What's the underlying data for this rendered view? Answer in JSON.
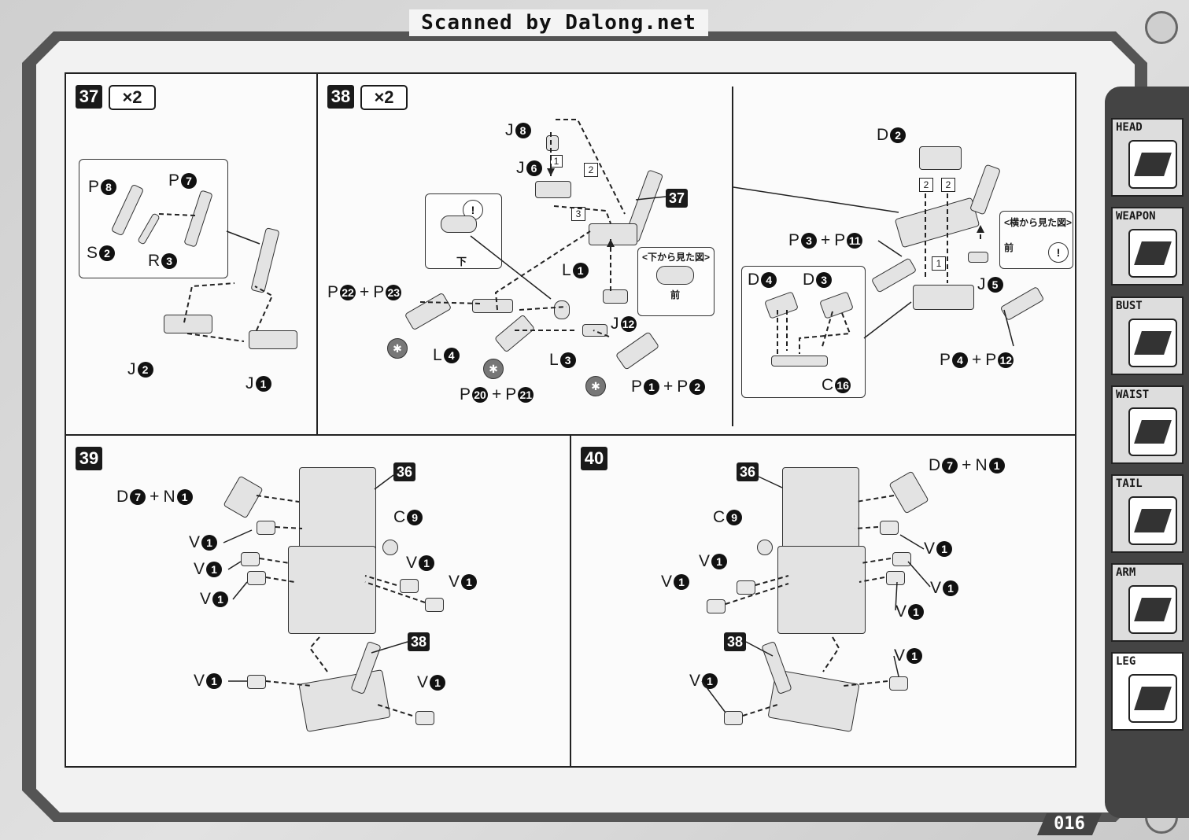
{
  "header": {
    "scan_credit": "Scanned by Dalong.net"
  },
  "steps": {
    "s37": {
      "number": "37",
      "qty": "×2",
      "labels": {
        "p8": {
          "letter": "P",
          "n": "8"
        },
        "p7": {
          "letter": "P",
          "n": "7"
        },
        "s2": {
          "letter": "S",
          "n": "2"
        },
        "r3": {
          "letter": "R",
          "n": "3"
        },
        "j2": {
          "letter": "J",
          "n": "2"
        },
        "j1": {
          "letter": "J",
          "n": "1"
        }
      }
    },
    "s38": {
      "number": "38",
      "qty": "×2",
      "ref_badge": "37",
      "note_below_label": "下",
      "bottom_view": {
        "title": "<下から見た図>",
        "caption": "前"
      },
      "side_view": {
        "title": "<横から見た図>",
        "caption": "前"
      },
      "seq": {
        "a": "1",
        "b": "2",
        "c": "3",
        "d": "2",
        "e": "2",
        "f": "1"
      },
      "labels": {
        "j8": {
          "letter": "J",
          "n": "8"
        },
        "j6": {
          "letter": "J",
          "n": "6"
        },
        "l1": {
          "letter": "L",
          "n": "1"
        },
        "l4": {
          "letter": "L",
          "n": "4"
        },
        "l3": {
          "letter": "L",
          "n": "3"
        },
        "j12": {
          "letter": "J",
          "n": "12"
        },
        "p22": {
          "letter": "P",
          "n": "22"
        },
        "p23": {
          "letter": "P",
          "n": "23"
        },
        "p20": {
          "letter": "P",
          "n": "20"
        },
        "p21": {
          "letter": "P",
          "n": "21"
        },
        "p1": {
          "letter": "P",
          "n": "1"
        },
        "p2": {
          "letter": "P",
          "n": "2"
        },
        "d2": {
          "letter": "D",
          "n": "2"
        },
        "p3": {
          "letter": "P",
          "n": "3"
        },
        "p11": {
          "letter": "P",
          "n": "11"
        },
        "j5": {
          "letter": "J",
          "n": "5"
        },
        "d4": {
          "letter": "D",
          "n": "4"
        },
        "d3": {
          "letter": "D",
          "n": "3"
        },
        "c16": {
          "letter": "C",
          "n": "16"
        },
        "p4": {
          "letter": "P",
          "n": "4"
        },
        "p12": {
          "letter": "P",
          "n": "12"
        }
      }
    },
    "s39": {
      "number": "39",
      "ref36": "36",
      "ref38": "38",
      "labels": {
        "d7": {
          "letter": "D",
          "n": "7"
        },
        "n1": {
          "letter": "N",
          "n": "1"
        },
        "c9": {
          "letter": "C",
          "n": "9"
        },
        "v": {
          "letter": "V",
          "n": "1"
        }
      }
    },
    "s40": {
      "number": "40",
      "ref36": "36",
      "ref38": "38",
      "labels": {
        "d7": {
          "letter": "D",
          "n": "7"
        },
        "n1": {
          "letter": "N",
          "n": "1"
        },
        "c9": {
          "letter": "C",
          "n": "9"
        },
        "v": {
          "letter": "V",
          "n": "1"
        }
      }
    }
  },
  "tabs": [
    {
      "label": "HEAD",
      "active": false
    },
    {
      "label": "WEAPON",
      "active": false
    },
    {
      "label": "BUST",
      "active": false
    },
    {
      "label": "WAIST",
      "active": false
    },
    {
      "label": "TAIL",
      "active": false
    },
    {
      "label": "ARM",
      "active": false
    },
    {
      "label": "LEG",
      "active": true
    }
  ],
  "footer": {
    "page_number": "016"
  }
}
